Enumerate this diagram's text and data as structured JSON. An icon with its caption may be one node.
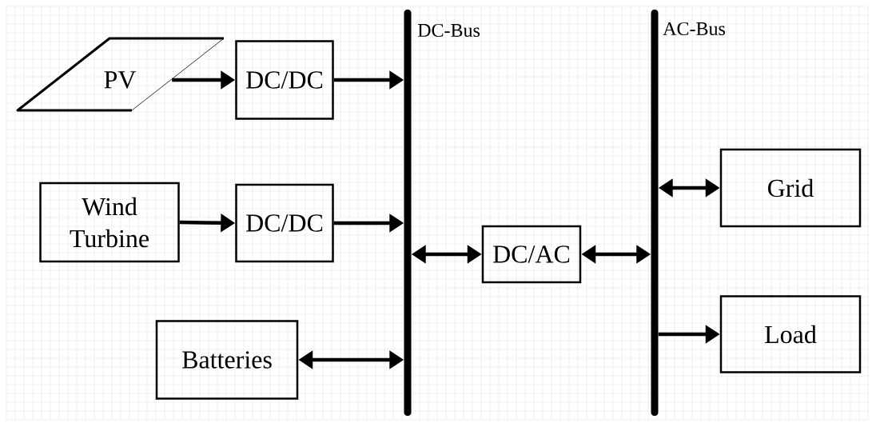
{
  "diagram": {
    "nodes": [
      {
        "text": [
          "PV"
        ]
      },
      {
        "text": [
          "DC/DC"
        ]
      },
      {
        "text": [
          "DC-Bus"
        ]
      },
      {
        "text": [
          "AC-Bus"
        ]
      },
      {
        "text": [
          "Wind Turbine"
        ]
      },
      {
        "text": [
          "DC/DC"
        ]
      },
      {
        "text": [
          "DC/AC"
        ]
      },
      {
        "text": [
          "Grid"
        ]
      },
      {
        "text": [
          "Batteries"
        ]
      },
      {
        "text": [
          "Load"
        ]
      }
    ],
    "edges": [
      {
        "from": 0,
        "to": 1,
        "arrow": "to"
      },
      {
        "from": 1,
        "to": 2,
        "arrow": "to"
      },
      {
        "from": 4,
        "to": 5,
        "arrow": "to"
      },
      {
        "from": 5,
        "to": 2,
        "arrow": "to"
      },
      {
        "from": 2,
        "to": 6,
        "arrow": "both"
      },
      {
        "from": 6,
        "to": 3,
        "arrow": "both"
      },
      {
        "from": 3,
        "to": 7,
        "arrow": "both"
      },
      {
        "from": 8,
        "to": 2,
        "arrow": "both"
      },
      {
        "from": 3,
        "to": 9,
        "arrow": "to"
      }
    ]
  }
}
